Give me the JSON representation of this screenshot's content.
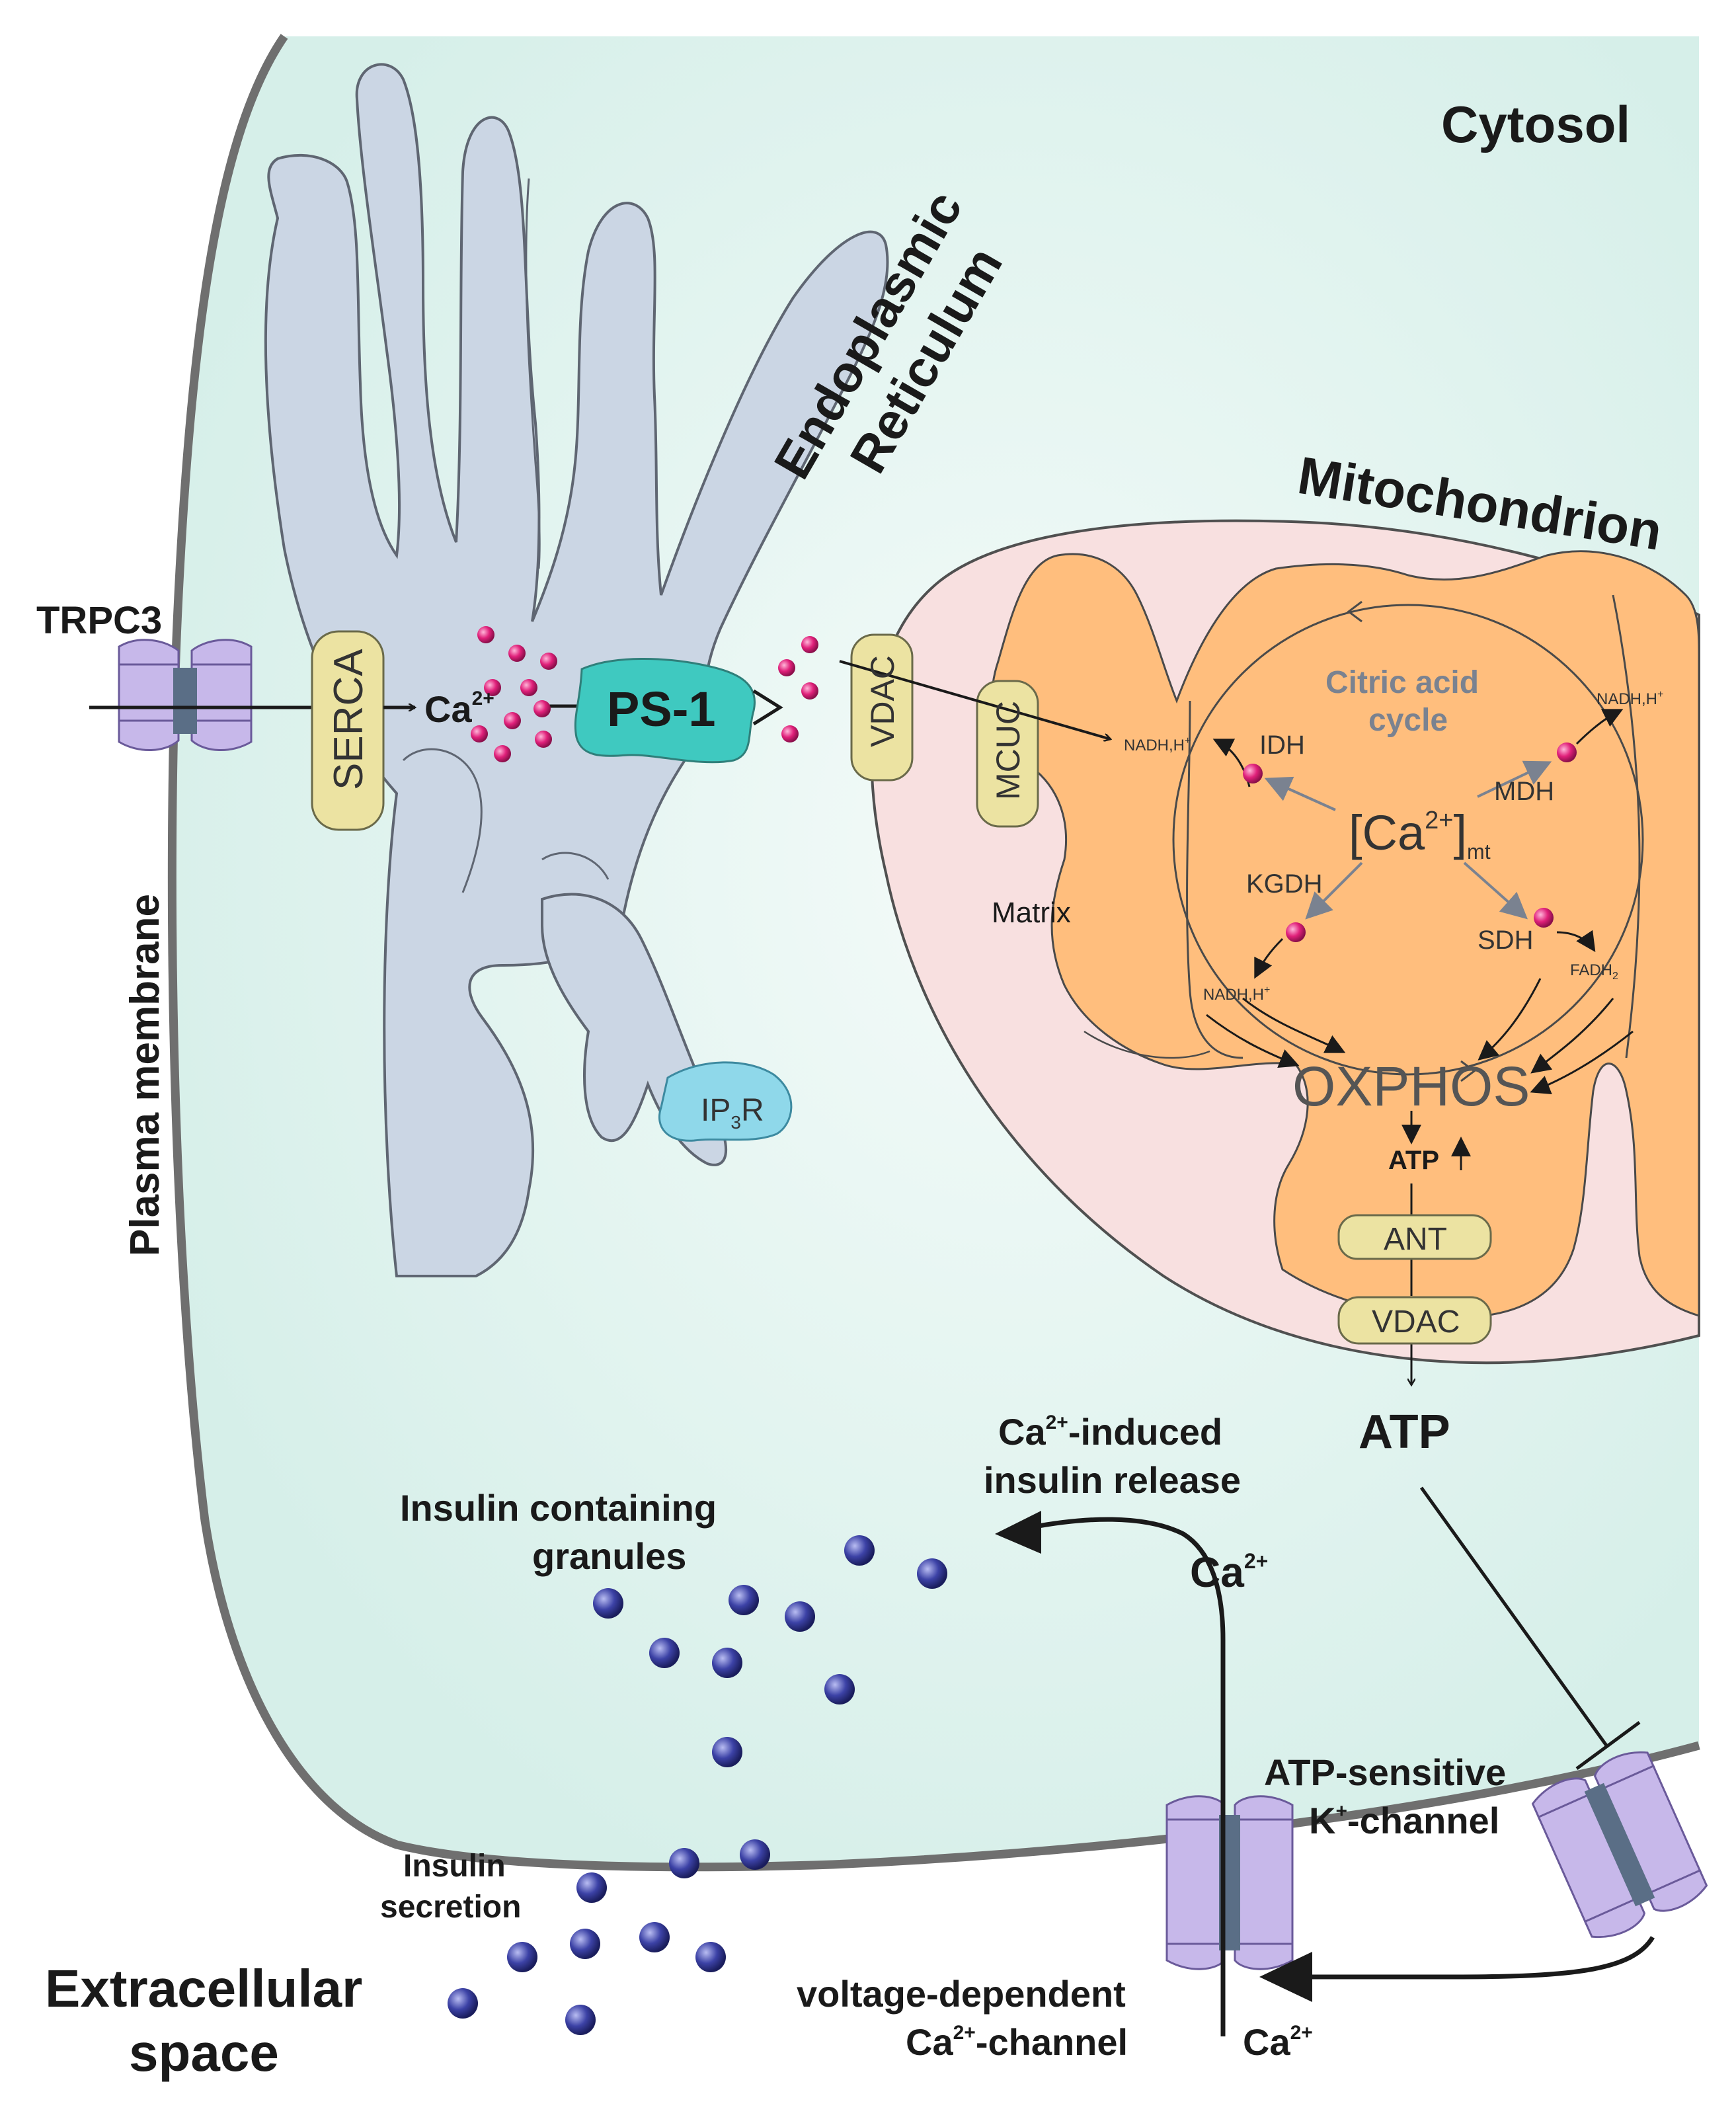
{
  "labels": {
    "cytosol": "Cytosol",
    "er_line1": "Endoplasmic",
    "er_line2": "Reticulum",
    "mitochondrion": "Mitochondrion",
    "trpc3": "TRPC3",
    "plasma_membrane": "Plasma membrane",
    "serca": "SERCA",
    "ca_er": "Ca",
    "ca_er_sup": "2+",
    "ps1": "PS-1",
    "vdac_outer": "VDAC",
    "mcuc": "MCUC",
    "citric_line1": "Citric acid",
    "citric_line2": "cycle",
    "nadh_top_left": "NADH,H",
    "nadh_top_right": "NADH,H",
    "nadh_bottom": "NADH,H",
    "nadh_sup": "+",
    "fadh": "FADH",
    "fadh_sub": "2",
    "idh": "IDH",
    "mdh": "MDH",
    "kgdh": "KGDH",
    "sdh": "SDH",
    "ca_mt_open": "[Ca",
    "ca_mt_sup": "2+",
    "ca_mt_close": "]",
    "ca_mt_sub": "mt",
    "matrix": "Matrix",
    "oxphos": "OXPHOS",
    "atp_small": "ATP",
    "ant": "ANT",
    "vdac_bottom": "VDAC",
    "atp_big": "ATP",
    "ip3r_ip": "IP",
    "ip3r_sub": "3",
    "ip3r_r": "R",
    "ca_release_ca": "Ca",
    "ca_release_sup": "2+",
    "ca_release_line1": "-induced",
    "ca_release_line2": "insulin release",
    "granules_line1": "Insulin containing",
    "granules_line2": "granules",
    "ca_inside": "Ca",
    "ca_inside_sup": "2+",
    "katp_line1": "ATP-sensitive",
    "katp_k": "K",
    "katp_k_sup": "+",
    "katp_line2": "-channel",
    "secretion_line1": "Insulin",
    "secretion_line2": "secretion",
    "extracellular_line1": "Extracellular",
    "extracellular_line2": "space",
    "vdcc_line1": "voltage-dependent",
    "vdcc_ca": "Ca",
    "vdcc_sup": "2+",
    "vdcc_line2": "-channel",
    "ca_outside": "Ca",
    "ca_outside_sup": "2+"
  },
  "colors": {
    "cytosol": "#dff3ef",
    "er": "#cbd6e4",
    "mito_outer": "#f8e0e0",
    "mito_matrix": "#ffbe7d",
    "channel": "#c7b8ea",
    "channel_core": "#5a6e86",
    "transporter": "#ece3a2",
    "ps1": "#3fc9c0",
    "ip3r": "#8fd8ea",
    "calcium_ion": "#e0207a",
    "insulin_granule": "#3a3f9a"
  },
  "icons": [
    "trpc3-channel-icon",
    "vdcc-channel-icon",
    "katp-channel-icon",
    "calcium-ion-icon",
    "insulin-granule-icon"
  ]
}
